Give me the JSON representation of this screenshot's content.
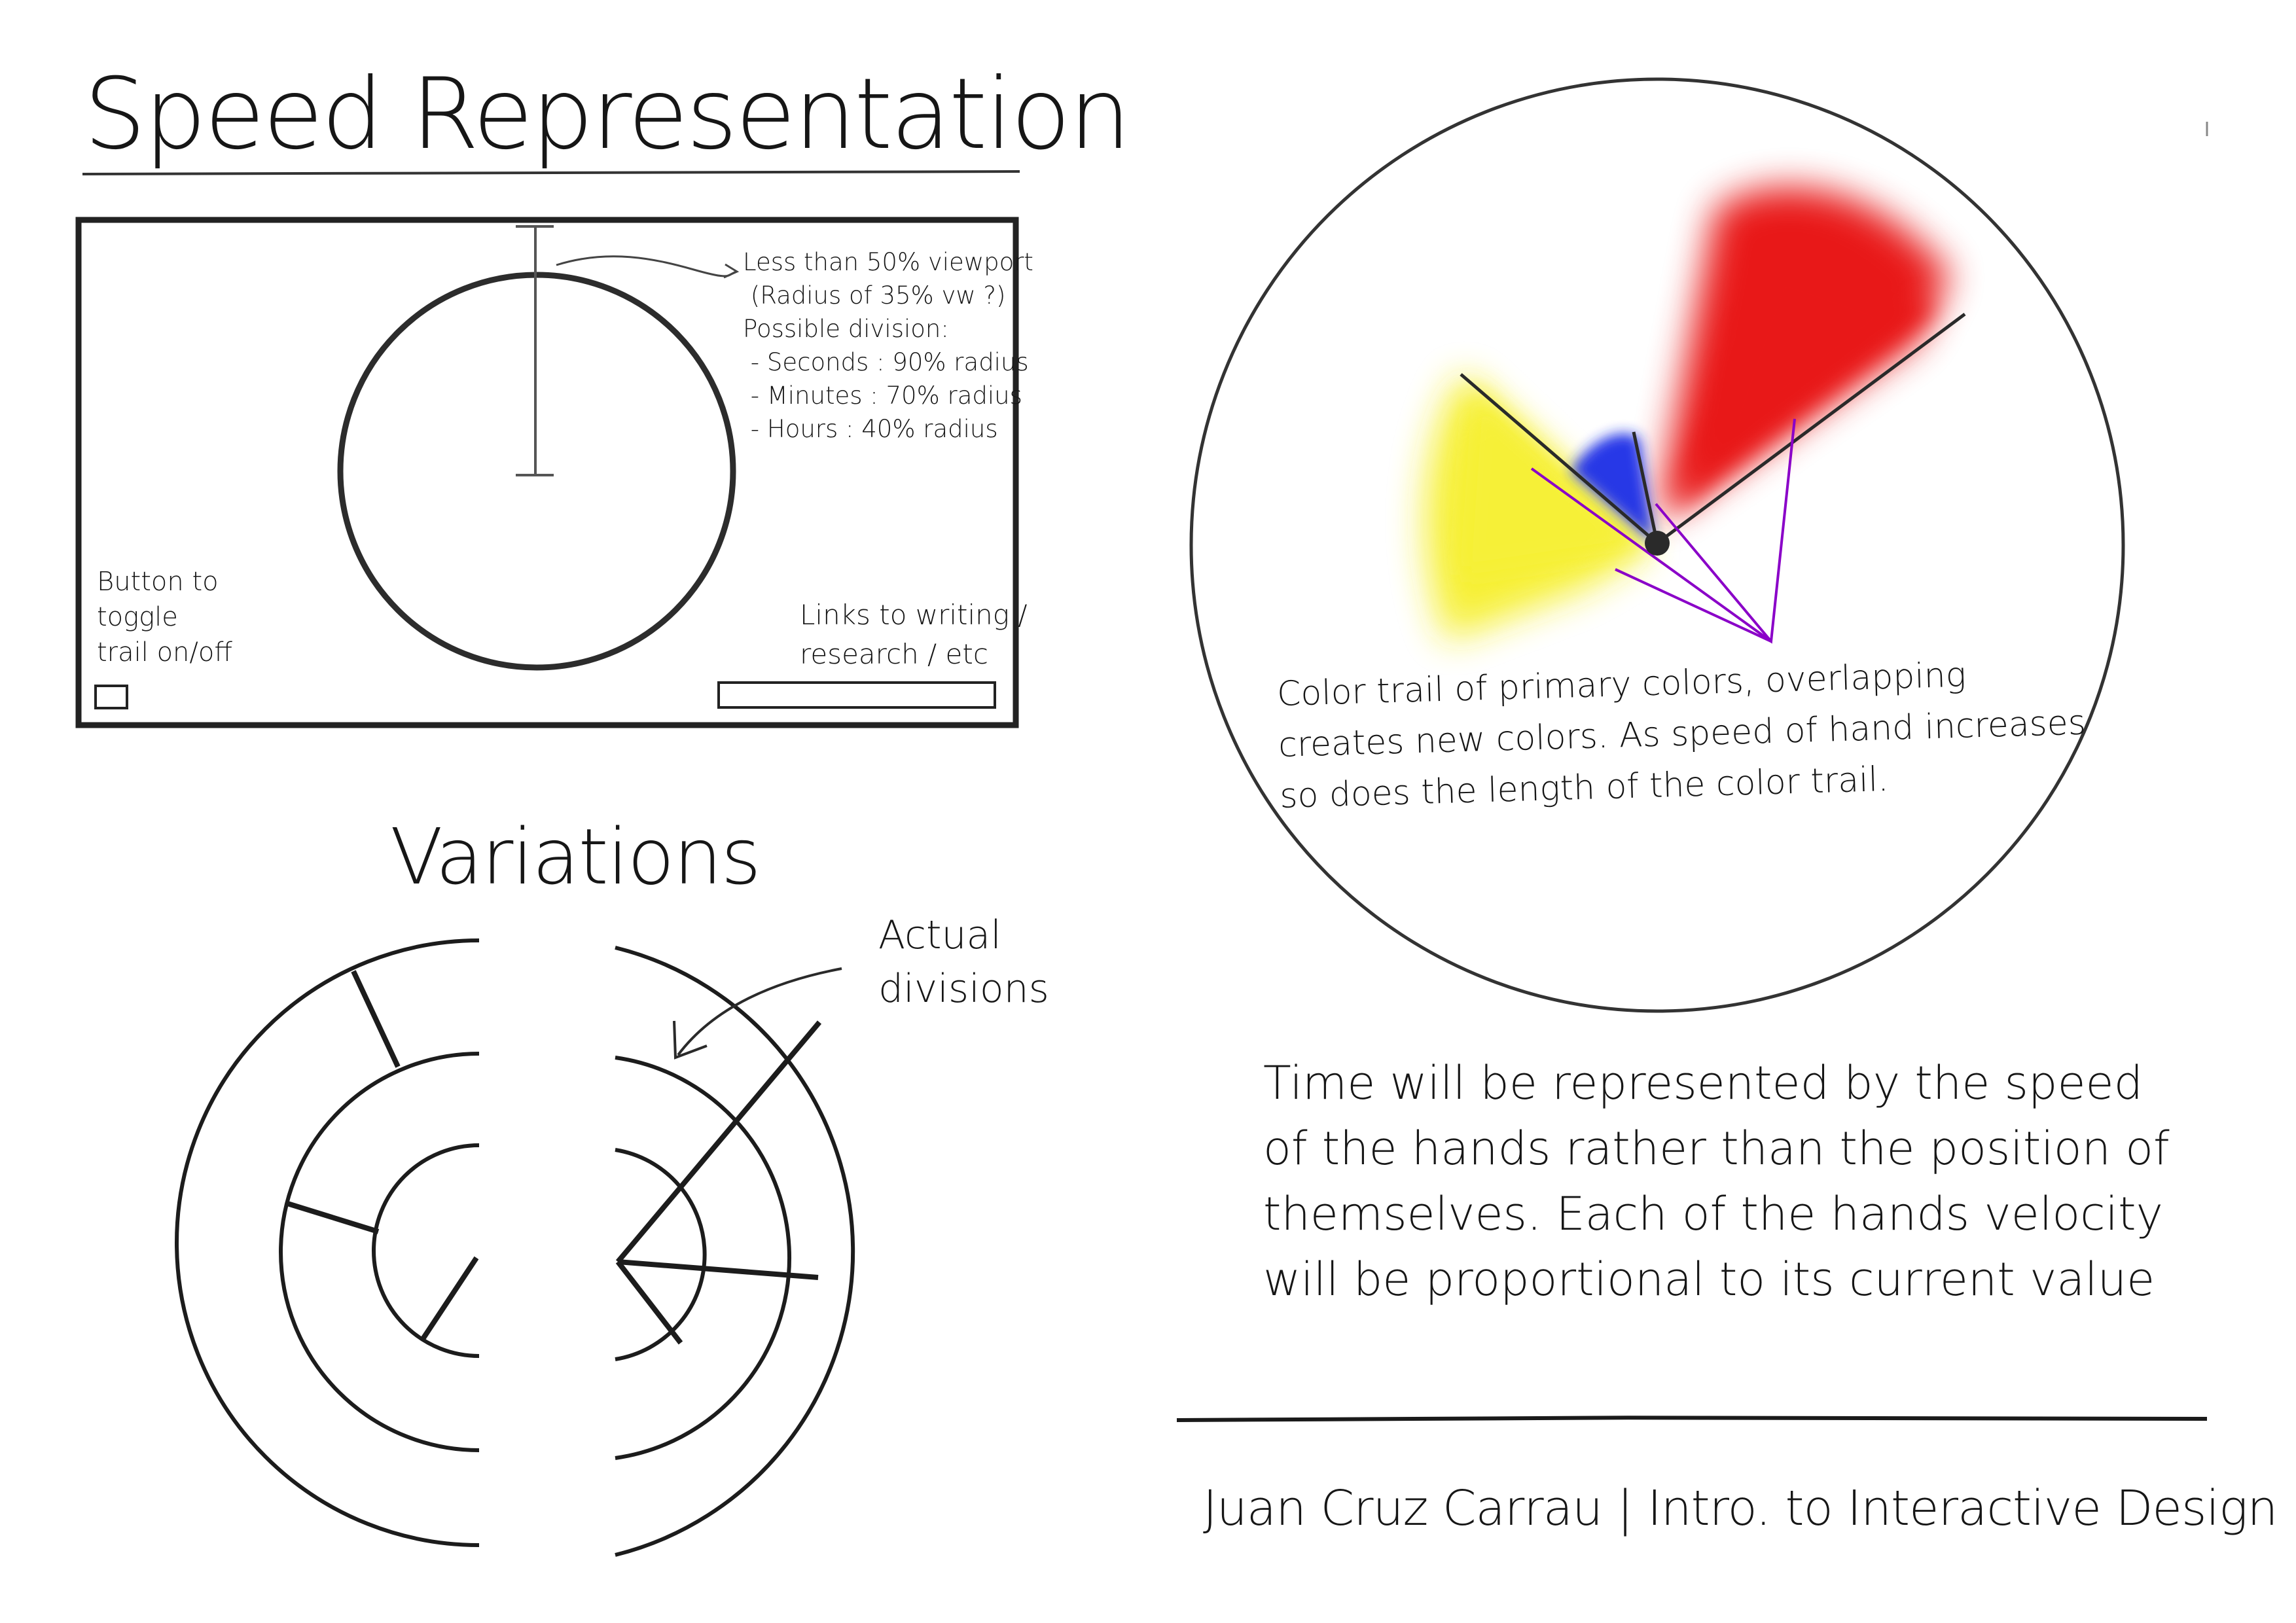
{
  "title": "Speed Representation",
  "wireframe": {
    "annotation_lines": [
      "Less than 50% viewport",
      " (Radius of 35% vw ?)",
      "Possible division:",
      " - Seconds : 90% radius",
      " - Minutes : 70% radius",
      " - Hours : 40% radius"
    ],
    "button_note": "Button to\ntoggle\ntrail on/off",
    "links_note": "Links to writing /\nresearch / etc"
  },
  "variations": {
    "heading": "Variations",
    "annotation": "Actual\ndivisions"
  },
  "color_trail": {
    "caption": "Color trail of primary colors, overlapping\ncreates new colors. As speed of hand increases\nso does the length of the color trail.",
    "colors": {
      "red": "#e60000",
      "yellow": "#f5ee1a",
      "blue": "#1a2fe6",
      "purple": "#8a00c8"
    }
  },
  "concept": "Time will be represented by the speed\nof the hands rather than the position of\nthemselves. Each of the hands velocity\nwill be proportional to its current value",
  "footer": "Juan Cruz Carrau | Intro. to Interactive Design"
}
